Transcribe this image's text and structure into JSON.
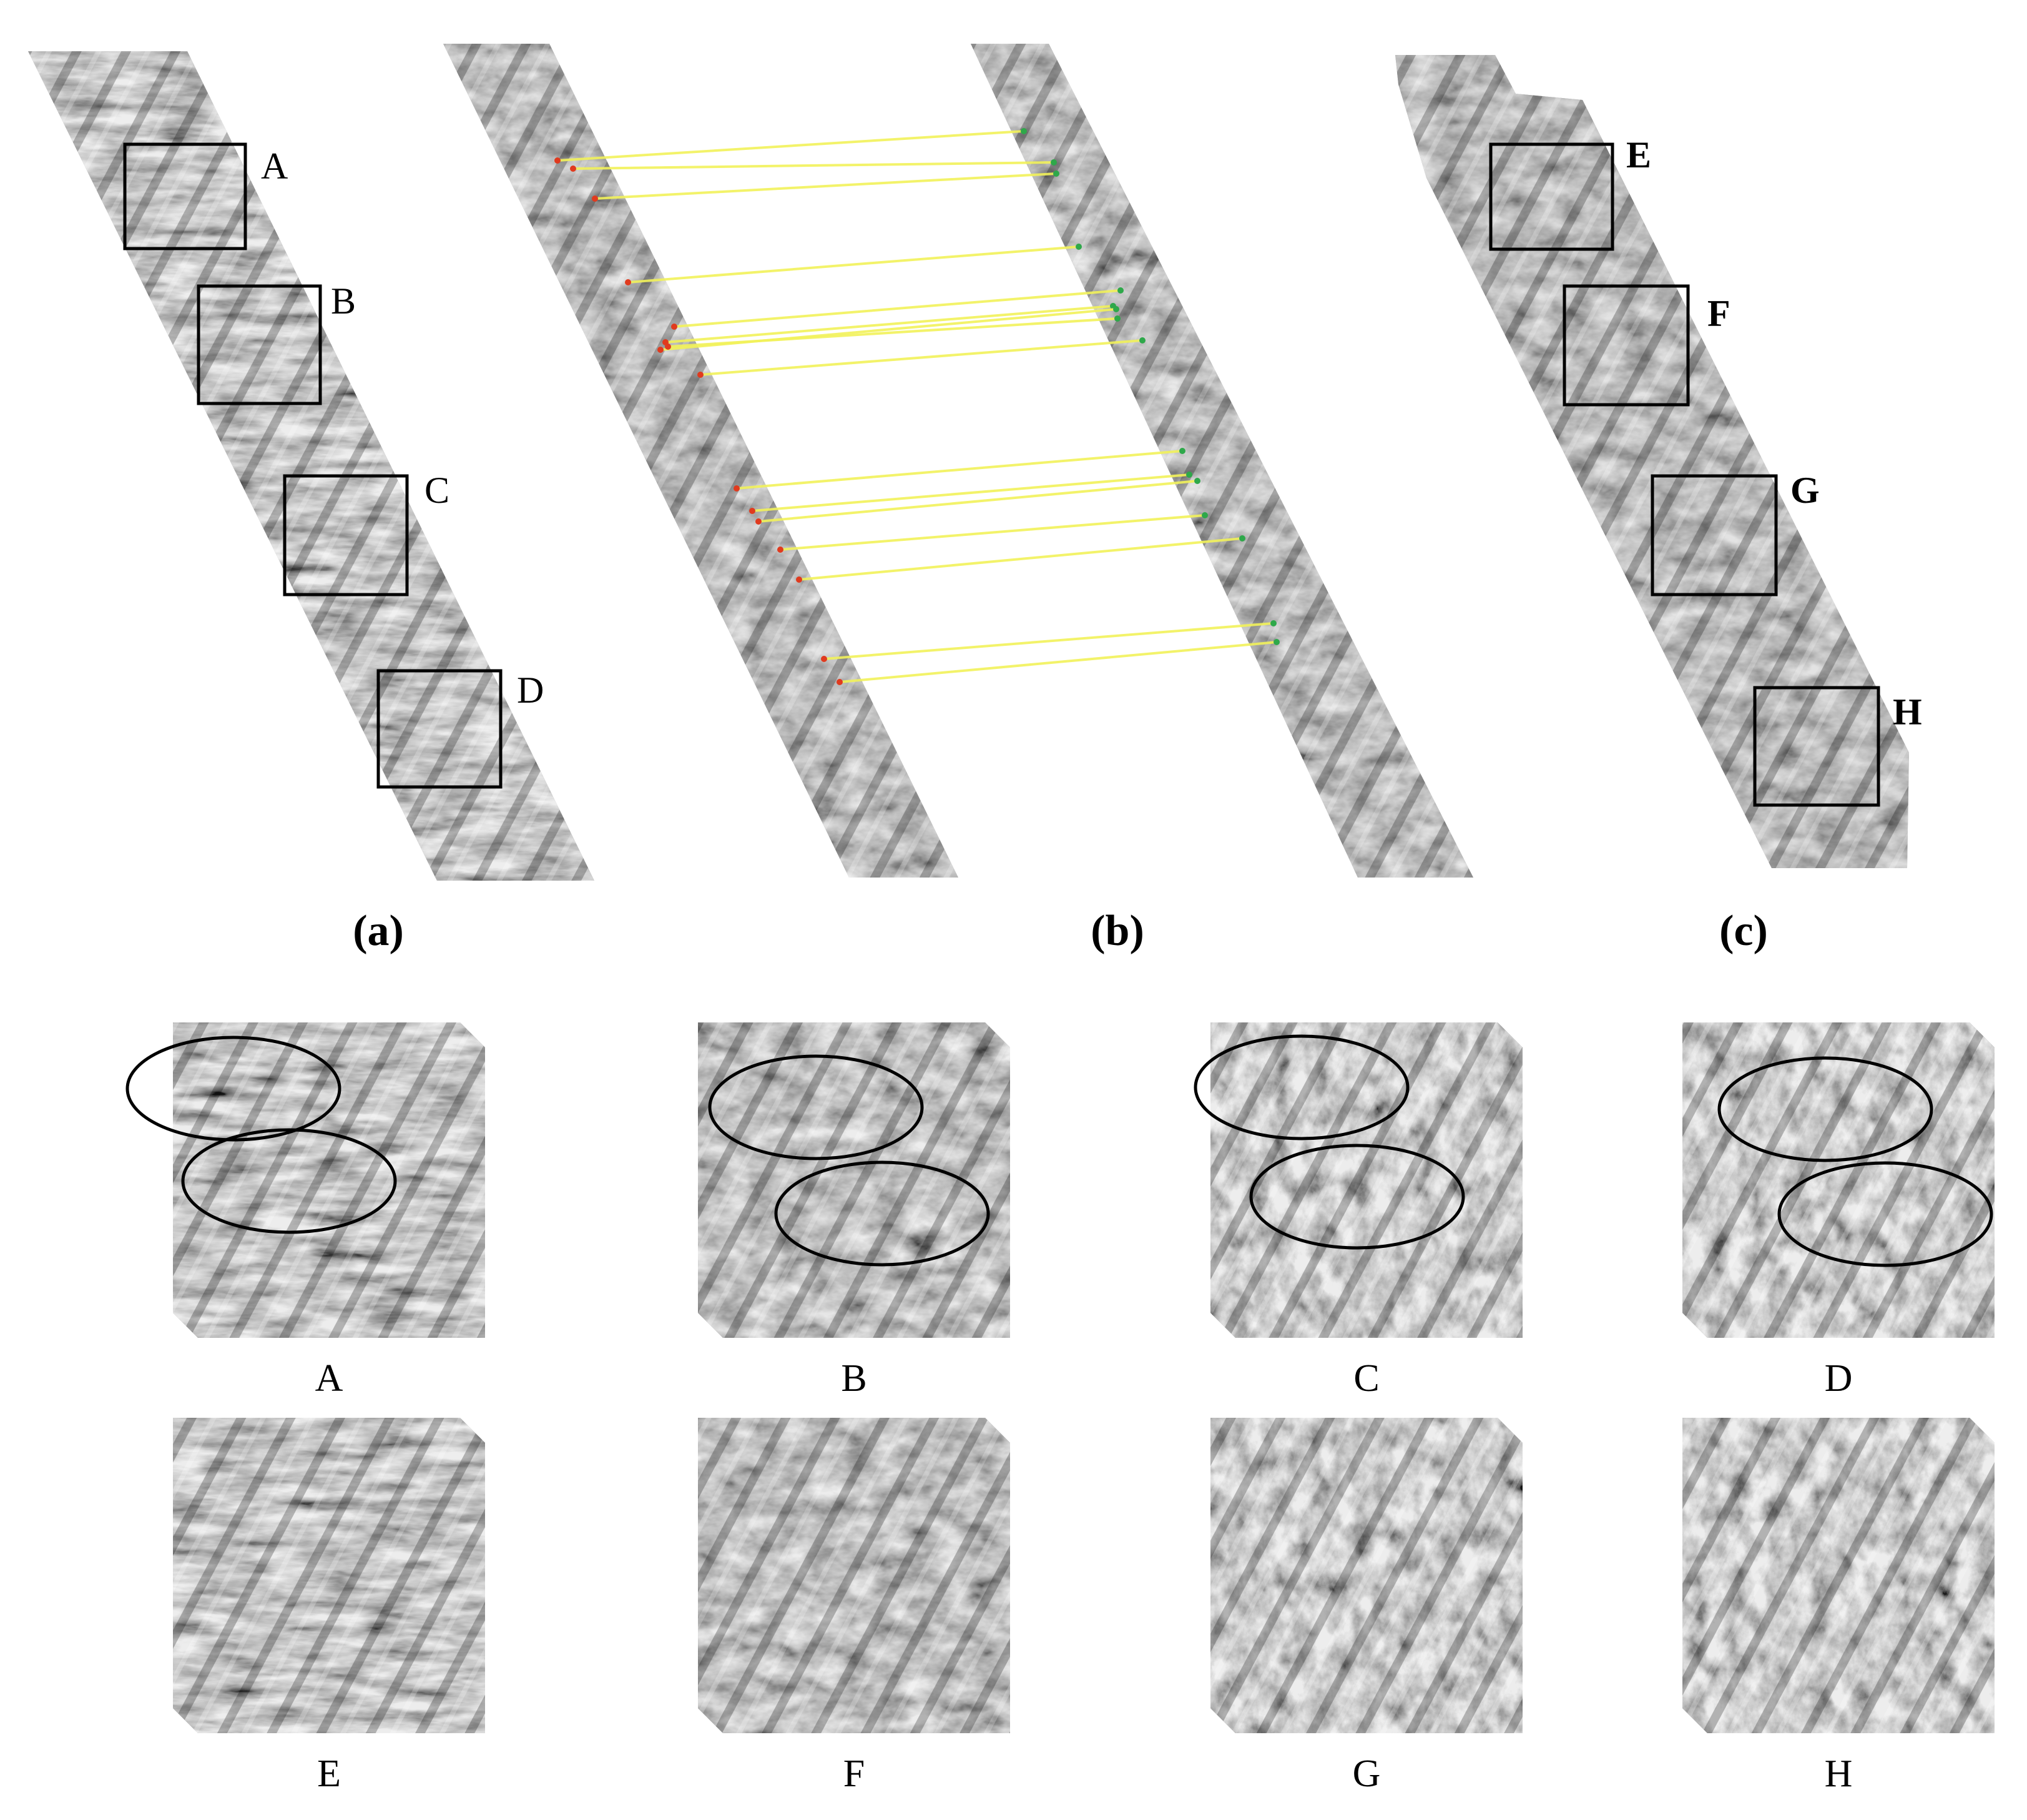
{
  "panels": {
    "a": {
      "caption": "(a)",
      "box_labels": [
        "A",
        "B",
        "C",
        "D"
      ]
    },
    "b": {
      "caption": "(b)"
    },
    "c": {
      "caption": "(c)",
      "box_labels": [
        "E",
        "F",
        "G",
        "H"
      ]
    }
  },
  "crops": {
    "top_row": [
      "A",
      "B",
      "C",
      "D"
    ],
    "bottom_row": [
      "E",
      "F",
      "G",
      "H"
    ]
  },
  "colors": {
    "match_line": "#f2f25a",
    "match_point_left": "#e03a1e",
    "match_point_right": "#2ea84a",
    "box": "#000000"
  }
}
